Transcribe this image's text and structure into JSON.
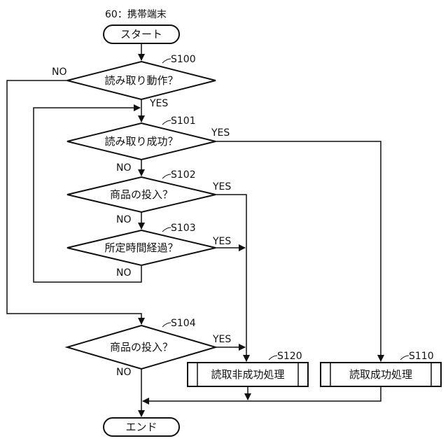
{
  "figure_label": "60：携帯端末",
  "start": "スタート",
  "end": "エンド",
  "steps": {
    "s100": {
      "id": "S100",
      "text": "読み取り動作？"
    },
    "s101": {
      "id": "S101",
      "text": "読み取り成功？"
    },
    "s102": {
      "id": "S102",
      "text": "商品の投入？"
    },
    "s103": {
      "id": "S103",
      "text": "所定時間経過？"
    },
    "s104": {
      "id": "S104",
      "text": "商品の投入？"
    },
    "s110": {
      "id": "S110",
      "text": "読取成功処理"
    },
    "s120": {
      "id": "S120",
      "text": "読取非成功処理"
    }
  },
  "labels": {
    "yes": "YES",
    "no": "NO"
  }
}
